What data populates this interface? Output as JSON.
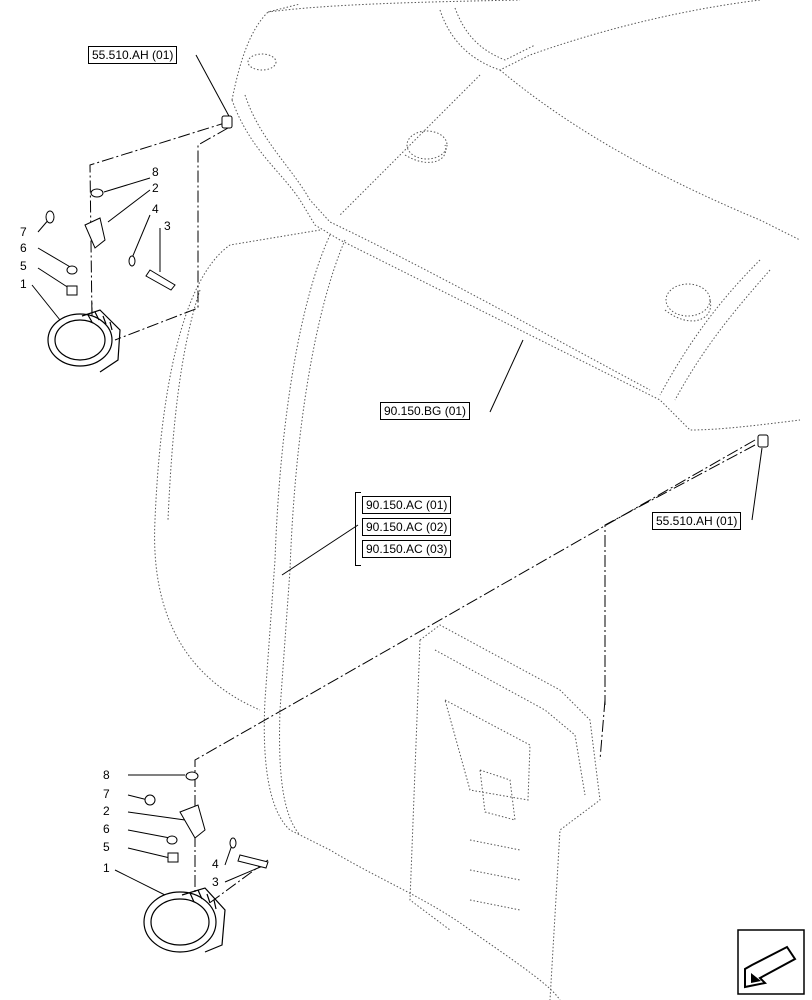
{
  "refs": {
    "ah_top": "55.510.AH (01)",
    "bg": "90.150.BG (01)",
    "ah_right": "55.510.AH (01)",
    "ac1": "90.150.AC (01)",
    "ac2": "90.150.AC (02)",
    "ac3": "90.150.AC (03)"
  },
  "callouts_top": [
    "8",
    "2",
    "4",
    "3",
    "7",
    "6",
    "5",
    "1"
  ],
  "callouts_bottom": [
    "8",
    "7",
    "2",
    "6",
    "5",
    "4",
    "3",
    "1"
  ],
  "icons": {
    "nav": "arrow-left-down-icon"
  }
}
